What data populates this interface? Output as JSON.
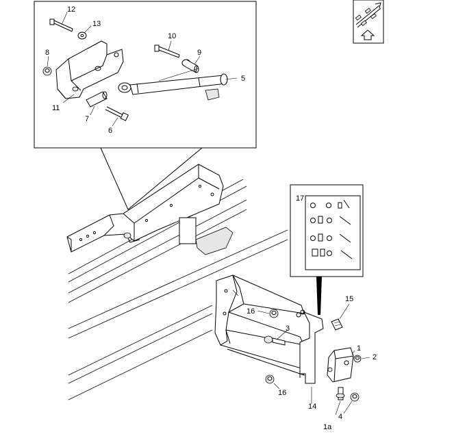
{
  "callouts": {
    "c12": "12",
    "c13": "13",
    "c8": "8",
    "c10": "10",
    "c9": "9",
    "c5": "5",
    "c11": "11",
    "c7": "7",
    "c6": "6",
    "c17": "17",
    "c15": "15",
    "c16a": "16",
    "c3": "3",
    "c1": "1",
    "c2": "2",
    "c16b": "16",
    "c14": "14",
    "c4": "4",
    "c1a": "1a"
  },
  "icons": [
    "hydraulic-cylinder-part-icon",
    "mounting-bracket-part-icon",
    "frame-rail-icon",
    "support-frame-icon",
    "label-decal-icon",
    "bolt-icon",
    "washer-icon",
    "nut-icon",
    "valve-block-icon"
  ]
}
